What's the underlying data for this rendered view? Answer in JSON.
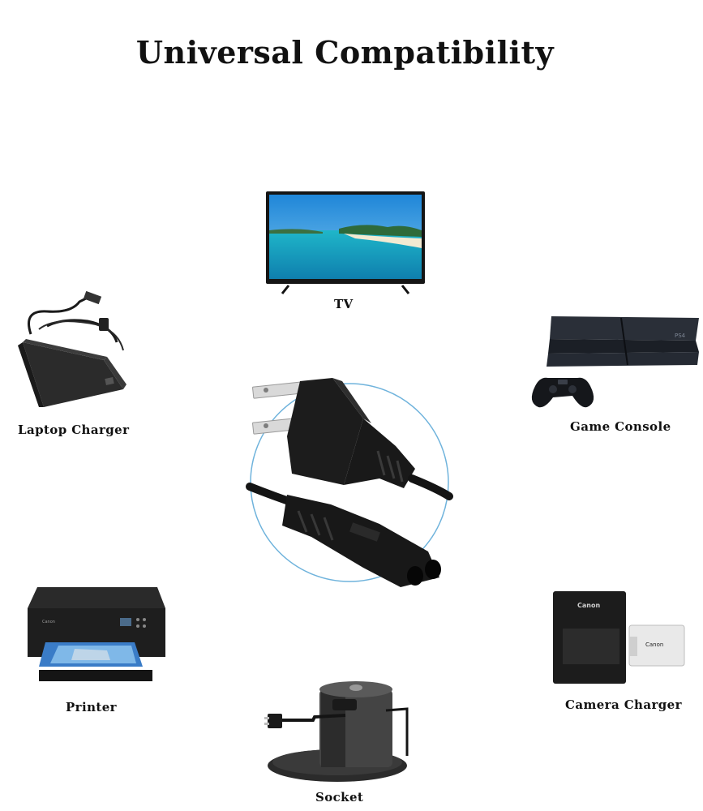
{
  "page": {
    "title": "Universal Compatibility"
  },
  "devices": {
    "tv": {
      "label": "TV",
      "icon": "tv-icon"
    },
    "laptop_charger": {
      "label": "Laptop Charger",
      "icon": "laptop-charger-icon"
    },
    "game_console": {
      "label": "Game Console",
      "icon": "game-console-icon"
    },
    "printer": {
      "label": "Printer",
      "icon": "printer-icon"
    },
    "camera_charger": {
      "label": "Camera Charger",
      "icon": "camera-charger-icon",
      "brand_text": "Canon"
    },
    "socket": {
      "label": "Socket",
      "icon": "socket-icon"
    }
  },
  "center": {
    "icon": "power-cord-icon",
    "ring_color": "#6fb3dc"
  }
}
